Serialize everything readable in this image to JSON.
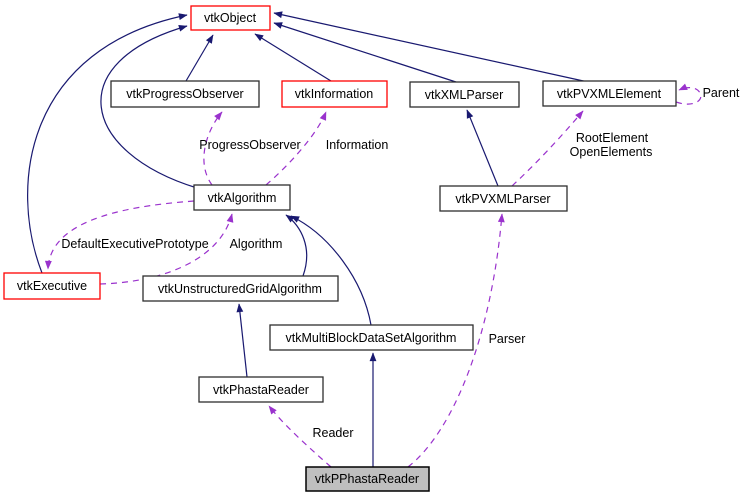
{
  "diagram": {
    "kind": "class-collaboration-graph",
    "focus_node": "vtkPPhastaReader"
  },
  "colors": {
    "background": "#ffffff",
    "inheritance_edge": "#191970",
    "usage_edge": "#9a32cd",
    "box_border": "#2e2e2e",
    "highlight_border": "#ff0000",
    "focus_fill": "#bfbfbf",
    "text": "#000000"
  },
  "nodes": {
    "vtkObject": {
      "label": "vtkObject"
    },
    "vtkProgressObserver": {
      "label": "vtkProgressObserver"
    },
    "vtkInformation": {
      "label": "vtkInformation"
    },
    "vtkXMLParser": {
      "label": "vtkXMLParser"
    },
    "vtkPVXMLElement": {
      "label": "vtkPVXMLElement"
    },
    "vtkAlgorithm": {
      "label": "vtkAlgorithm"
    },
    "vtkPVXMLParser": {
      "label": "vtkPVXMLParser"
    },
    "vtkExecutive": {
      "label": "vtkExecutive"
    },
    "vtkUnstructuredGridAlgorithm": {
      "label": "vtkUnstructuredGridAlgorithm"
    },
    "vtkMultiBlockDataSetAlgorithm": {
      "label": "vtkMultiBlockDataSetAlgorithm"
    },
    "vtkPhastaReader": {
      "label": "vtkPhastaReader"
    },
    "vtkPPhastaReader": {
      "label": "vtkPPhastaReader"
    }
  },
  "edge_labels": {
    "progress_observer": "ProgressObserver",
    "information": "Information",
    "root_element": "RootElement",
    "open_elements": "OpenElements",
    "parent": "Parent",
    "default_executive_prototype": "DefaultExecutivePrototype",
    "algorithm": "Algorithm",
    "parser": "Parser",
    "reader": "Reader"
  }
}
